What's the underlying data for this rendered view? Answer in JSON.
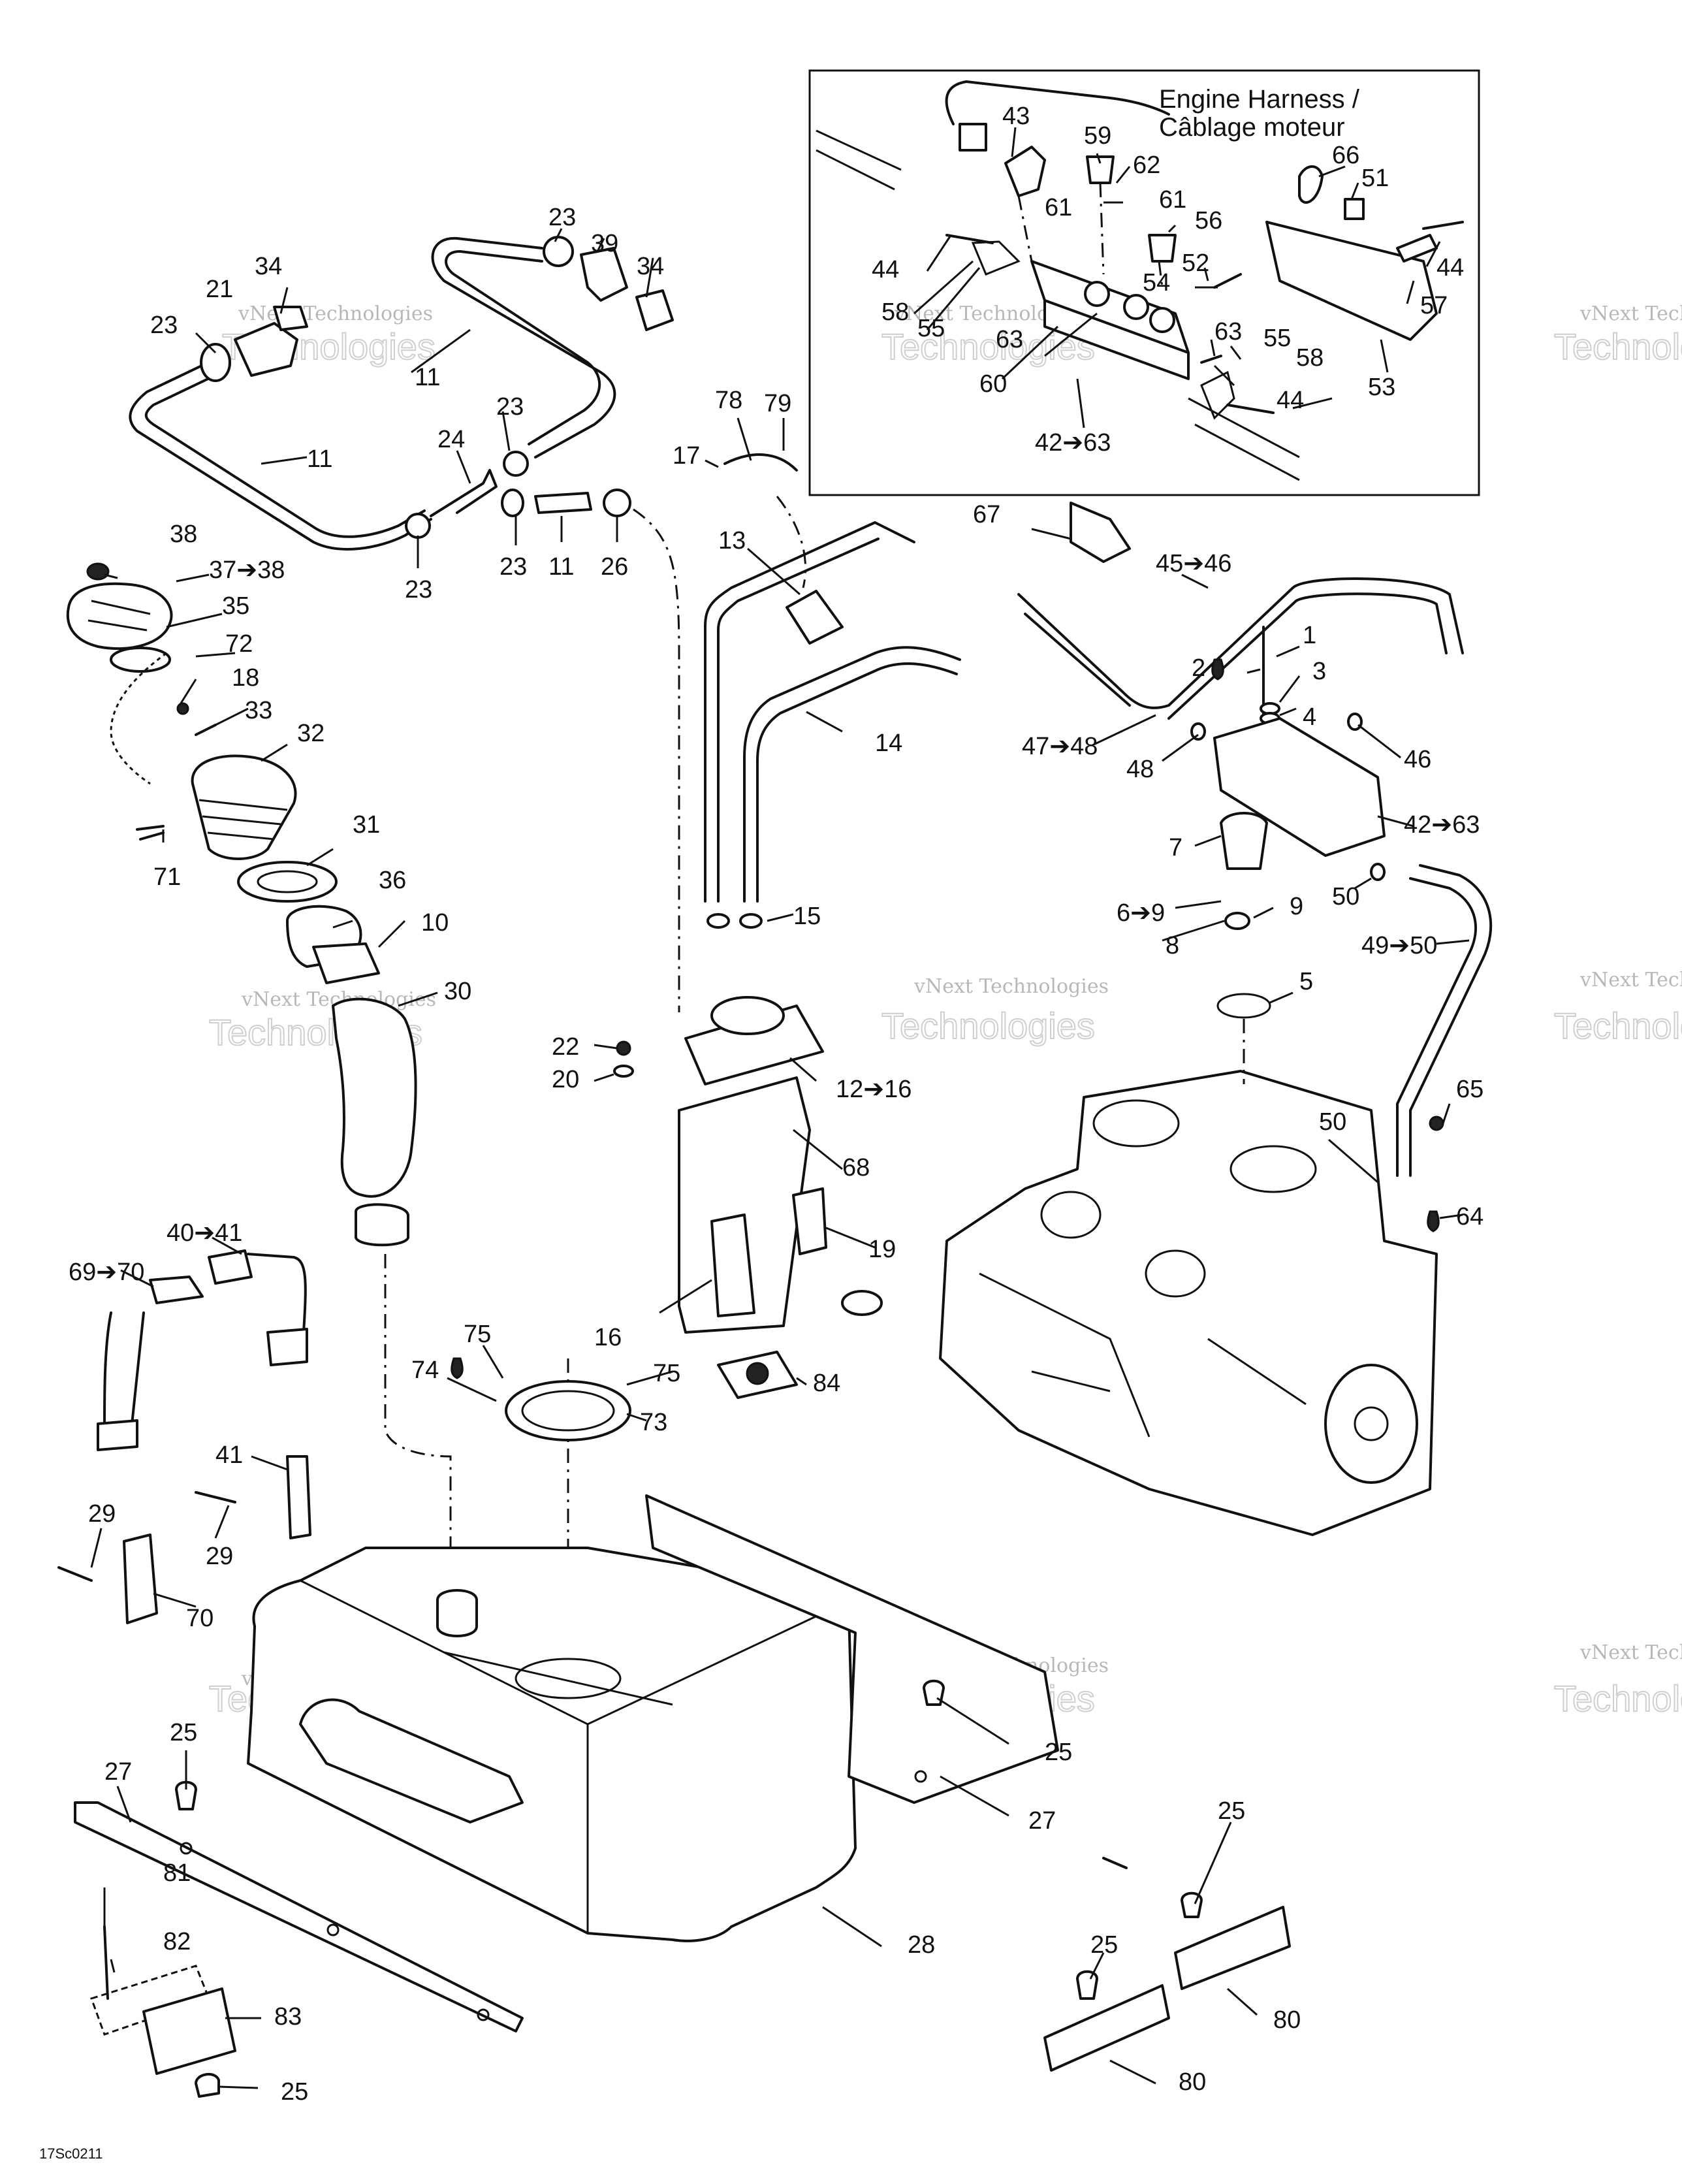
{
  "harness_label": {
    "line1": "Engine Harness /",
    "line2": "Câblage moteur"
  },
  "reference_code": "17Sc0211",
  "watermark": {
    "company": "vNext Technologies",
    "word": "Technologies"
  },
  "callouts": [
    {
      "id": "c43",
      "text": "43"
    },
    {
      "id": "c59",
      "text": "59"
    },
    {
      "id": "c62",
      "text": "62"
    },
    {
      "id": "c61a",
      "text": "61"
    },
    {
      "id": "c61b",
      "text": "61"
    },
    {
      "id": "c56",
      "text": "56"
    },
    {
      "id": "c66",
      "text": "66"
    },
    {
      "id": "c51",
      "text": "51"
    },
    {
      "id": "c44a",
      "text": "44"
    },
    {
      "id": "c44b",
      "text": "44"
    },
    {
      "id": "c44c",
      "text": "44"
    },
    {
      "id": "c52",
      "text": "52"
    },
    {
      "id": "c54",
      "text": "54"
    },
    {
      "id": "c57",
      "text": "57"
    },
    {
      "id": "c58a",
      "text": "58"
    },
    {
      "id": "c55a",
      "text": "55"
    },
    {
      "id": "c63a",
      "text": "63"
    },
    {
      "id": "c63b",
      "text": "63"
    },
    {
      "id": "c55b",
      "text": "55"
    },
    {
      "id": "c58b",
      "text": "58"
    },
    {
      "id": "c60",
      "text": "60"
    },
    {
      "id": "c53",
      "text": "53"
    },
    {
      "id": "c42a",
      "text": "42➔63"
    },
    {
      "id": "c23a",
      "text": "23"
    },
    {
      "id": "c39",
      "text": "39"
    },
    {
      "id": "c34a",
      "text": "34"
    },
    {
      "id": "c34b",
      "text": "34"
    },
    {
      "id": "c21",
      "text": "21"
    },
    {
      "id": "c23b",
      "text": "23"
    },
    {
      "id": "c11a",
      "text": "11"
    },
    {
      "id": "c11b",
      "text": "11"
    },
    {
      "id": "c23c",
      "text": "23"
    },
    {
      "id": "c24",
      "text": "24"
    },
    {
      "id": "c23d",
      "text": "23"
    },
    {
      "id": "c23e",
      "text": "23"
    },
    {
      "id": "c11c",
      "text": "11"
    },
    {
      "id": "c26",
      "text": "26"
    },
    {
      "id": "c78",
      "text": "78"
    },
    {
      "id": "c79",
      "text": "79"
    },
    {
      "id": "c17",
      "text": "17"
    },
    {
      "id": "c13",
      "text": "13"
    },
    {
      "id": "c67",
      "text": "67"
    },
    {
      "id": "c45",
      "text": "45➔46"
    },
    {
      "id": "c38",
      "text": "38"
    },
    {
      "id": "c37",
      "text": "37➔38"
    },
    {
      "id": "c35",
      "text": "35"
    },
    {
      "id": "c72",
      "text": "72"
    },
    {
      "id": "c18",
      "text": "18"
    },
    {
      "id": "c33",
      "text": "33"
    },
    {
      "id": "c32",
      "text": "32"
    },
    {
      "id": "c14",
      "text": "14"
    },
    {
      "id": "c1",
      "text": "1"
    },
    {
      "id": "c2",
      "text": "2"
    },
    {
      "id": "c3",
      "text": "3"
    },
    {
      "id": "c4",
      "text": "4"
    },
    {
      "id": "c47",
      "text": "47➔48"
    },
    {
      "id": "c48",
      "text": "48"
    },
    {
      "id": "c46",
      "text": "46"
    },
    {
      "id": "c31",
      "text": "31"
    },
    {
      "id": "c71",
      "text": "71"
    },
    {
      "id": "c42b",
      "text": "42➔63"
    },
    {
      "id": "c7",
      "text": "7"
    },
    {
      "id": "c50a",
      "text": "50"
    },
    {
      "id": "c36",
      "text": "36"
    },
    {
      "id": "c15",
      "text": "15"
    },
    {
      "id": "c6",
      "text": "6➔9"
    },
    {
      "id": "c9",
      "text": "9"
    },
    {
      "id": "c10",
      "text": "10"
    },
    {
      "id": "c8",
      "text": "8"
    },
    {
      "id": "c49",
      "text": "49➔50"
    },
    {
      "id": "c30",
      "text": "30"
    },
    {
      "id": "c5",
      "text": "5"
    },
    {
      "id": "c22",
      "text": "22"
    },
    {
      "id": "c20",
      "text": "20"
    },
    {
      "id": "c12",
      "text": "12➔16"
    },
    {
      "id": "c65",
      "text": "65"
    },
    {
      "id": "c50b",
      "text": "50"
    },
    {
      "id": "c68",
      "text": "68"
    },
    {
      "id": "c64",
      "text": "64"
    },
    {
      "id": "c40",
      "text": "40➔41"
    },
    {
      "id": "c19",
      "text": "19"
    },
    {
      "id": "c69",
      "text": "69➔70"
    },
    {
      "id": "c16",
      "text": "16"
    },
    {
      "id": "c75a",
      "text": "75"
    },
    {
      "id": "c74",
      "text": "74"
    },
    {
      "id": "c75b",
      "text": "75"
    },
    {
      "id": "c84",
      "text": "84"
    },
    {
      "id": "c73",
      "text": "73"
    },
    {
      "id": "c41",
      "text": "41"
    },
    {
      "id": "c29a",
      "text": "29"
    },
    {
      "id": "c29b",
      "text": "29"
    },
    {
      "id": "c70",
      "text": "70"
    },
    {
      "id": "c25a",
      "text": "25"
    },
    {
      "id": "c25b",
      "text": "25"
    },
    {
      "id": "c27a",
      "text": "27"
    },
    {
      "id": "c27b",
      "text": "27"
    },
    {
      "id": "c28",
      "text": "28"
    },
    {
      "id": "c25c",
      "text": "25"
    },
    {
      "id": "c81",
      "text": "81"
    },
    {
      "id": "c82",
      "text": "82"
    },
    {
      "id": "c25d",
      "text": "25"
    },
    {
      "id": "c83",
      "text": "83"
    },
    {
      "id": "c80a",
      "text": "80"
    },
    {
      "id": "c80b",
      "text": "80"
    },
    {
      "id": "c25e",
      "text": "25"
    }
  ]
}
